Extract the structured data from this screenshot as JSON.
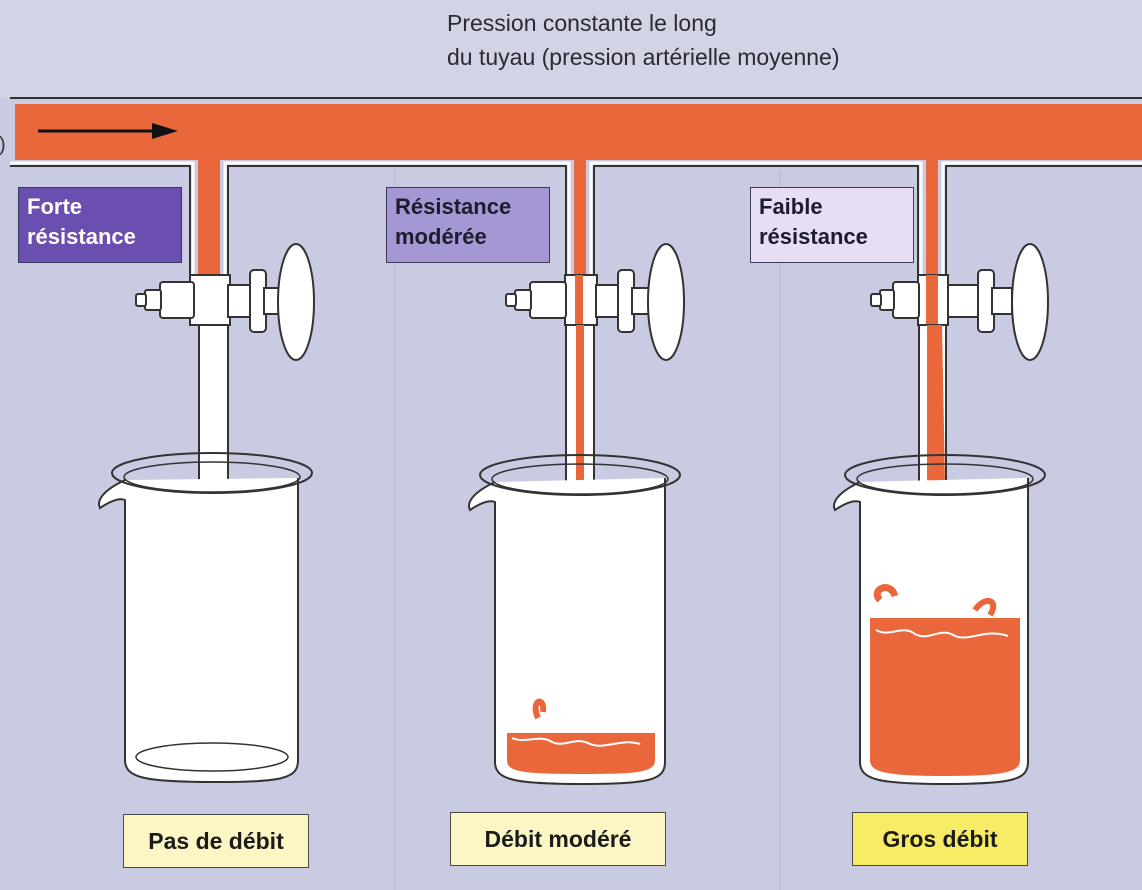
{
  "header": {
    "line1": "Pression constante le long",
    "line2": "du tuyau (pression artérielle moyenne)"
  },
  "edge_fragment": ")",
  "colors": {
    "background": "#c8cbe1",
    "header_band": "#d2d3e4",
    "blood": "#ea673c",
    "glass": "#ffffff",
    "label_strong": "#6a4fb0",
    "label_moderate": "#a596d4",
    "label_weak": "#e7def6",
    "flow_label": "#fbf6c4",
    "flow_label_strong": "#f7ec66"
  },
  "stations": [
    {
      "id": "high",
      "resistance_line1": "Forte",
      "resistance_line2": "résistance",
      "flow_label": "Pas de débit",
      "beaker_fill_fraction": 0.0
    },
    {
      "id": "moderate",
      "resistance_line1": "Résistance",
      "resistance_line2": "modérée",
      "flow_label": "Débit modéré",
      "beaker_fill_fraction": 0.12
    },
    {
      "id": "low",
      "resistance_line1": "Faible",
      "resistance_line2": "résistance",
      "flow_label": "Gros débit",
      "beaker_fill_fraction": 0.6
    }
  ]
}
